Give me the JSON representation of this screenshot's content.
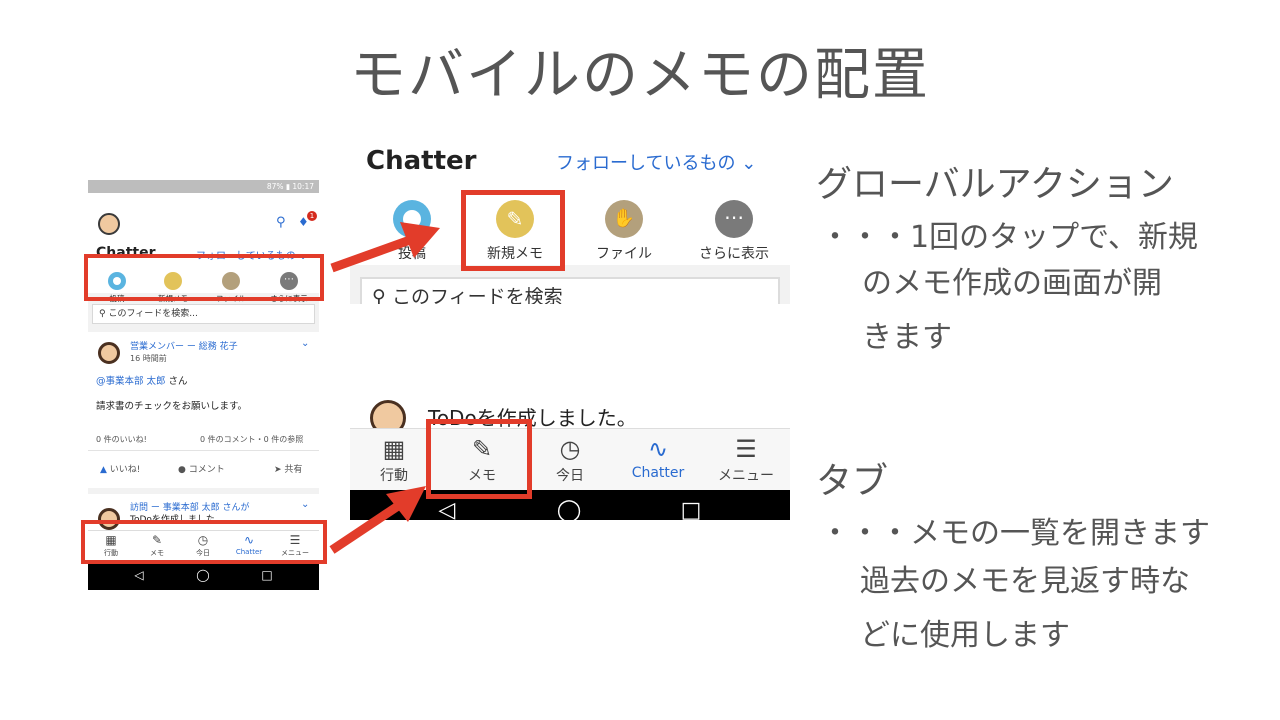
{
  "slide": {
    "title": "モバイルのメモの配置"
  },
  "small_phone": {
    "status": "87% ▮ 10:17",
    "badge": "1",
    "chatter_label": "Chatter",
    "follow_label": "フォローしているもの",
    "actions": [
      {
        "label": "投稿",
        "color": "#5ab4e0"
      },
      {
        "label": "新規メモ",
        "color": "#e2c35a"
      },
      {
        "label": "ファイル",
        "color": "#b3a07c"
      },
      {
        "label": "さらに表示",
        "color": "#7a7a7a"
      }
    ],
    "search_placeholder": "このフィードを検索...",
    "post": {
      "author": "営業メンバー ー 総務 花子",
      "time": "16 時間前",
      "mention": "@事業本部 太郎",
      "mention_suffix": " さん",
      "body": "請求書のチェックをお願いします。",
      "likes": "0 件のいいね!",
      "comments": "0 件のコメント・0 件の参照",
      "like_btn": "いいね!",
      "comment_btn": "コメント",
      "share_btn": "共有"
    },
    "post2": {
      "author": "訪問 ー 事業本部 太郎 さんが",
      "sub": "ToDoを作成しました"
    },
    "tabs": [
      {
        "label": "行動",
        "icon": "calendar-icon"
      },
      {
        "label": "メモ",
        "icon": "memo-icon"
      },
      {
        "label": "今日",
        "icon": "clock-icon"
      },
      {
        "label": "Chatter",
        "icon": "pulse-icon"
      },
      {
        "label": "メニュー",
        "icon": "menu-icon"
      }
    ]
  },
  "zoom_top": {
    "chatter_label": "Chatter",
    "follow_label": "フォローしているもの",
    "actions": [
      {
        "label": "投稿",
        "color": "#5ab4e0"
      },
      {
        "label": "新規メモ",
        "color": "#e2c35a"
      },
      {
        "label": "ファイル",
        "color": "#b3a07c"
      },
      {
        "label": "さらに表示",
        "color": "#7a7a7a"
      }
    ],
    "search_placeholder": "このフィードを検索"
  },
  "zoom_bottom": {
    "todo_text": "ToDoを作成しました。",
    "tabs": [
      {
        "label": "行動"
      },
      {
        "label": "メモ"
      },
      {
        "label": "今日"
      },
      {
        "label": "Chatter"
      },
      {
        "label": "メニュー"
      }
    ]
  },
  "right": {
    "global_title": "グローバルアクション",
    "global_lines": [
      "・・・1回のタップで、新規",
      "のメモ作成の画面が開",
      "きます"
    ],
    "tab_title": "タブ",
    "tab_lines": [
      "・・・メモの一覧を開きます",
      "過去のメモを見返す時な",
      "どに使用します"
    ]
  },
  "colors": {
    "accent_red": "#e23c2a",
    "link_blue": "#2a6bd0"
  }
}
